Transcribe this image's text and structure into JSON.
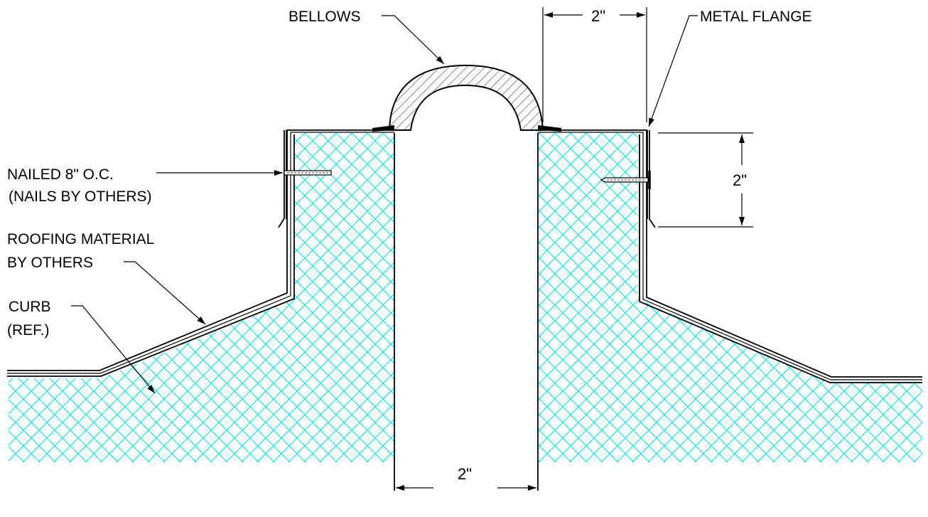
{
  "labels": {
    "bellows": "BELLOWS",
    "metal_flange": "METAL FLANGE",
    "nailed_line1": "NAILED 8\" O.C.",
    "nailed_line2": "(NAILS BY OTHERS)",
    "roofing_line1": "ROOFING MATERIAL",
    "roofing_line2": "BY OTHERS",
    "curb_line1": "CURB",
    "curb_line2": "(REF.)"
  },
  "dimensions": {
    "flange_width": "2\"",
    "flange_height": "2\"",
    "opening_width": "2\""
  },
  "colors": {
    "hatch": "#00e0e0",
    "line": "#000000",
    "background": "#ffffff"
  }
}
